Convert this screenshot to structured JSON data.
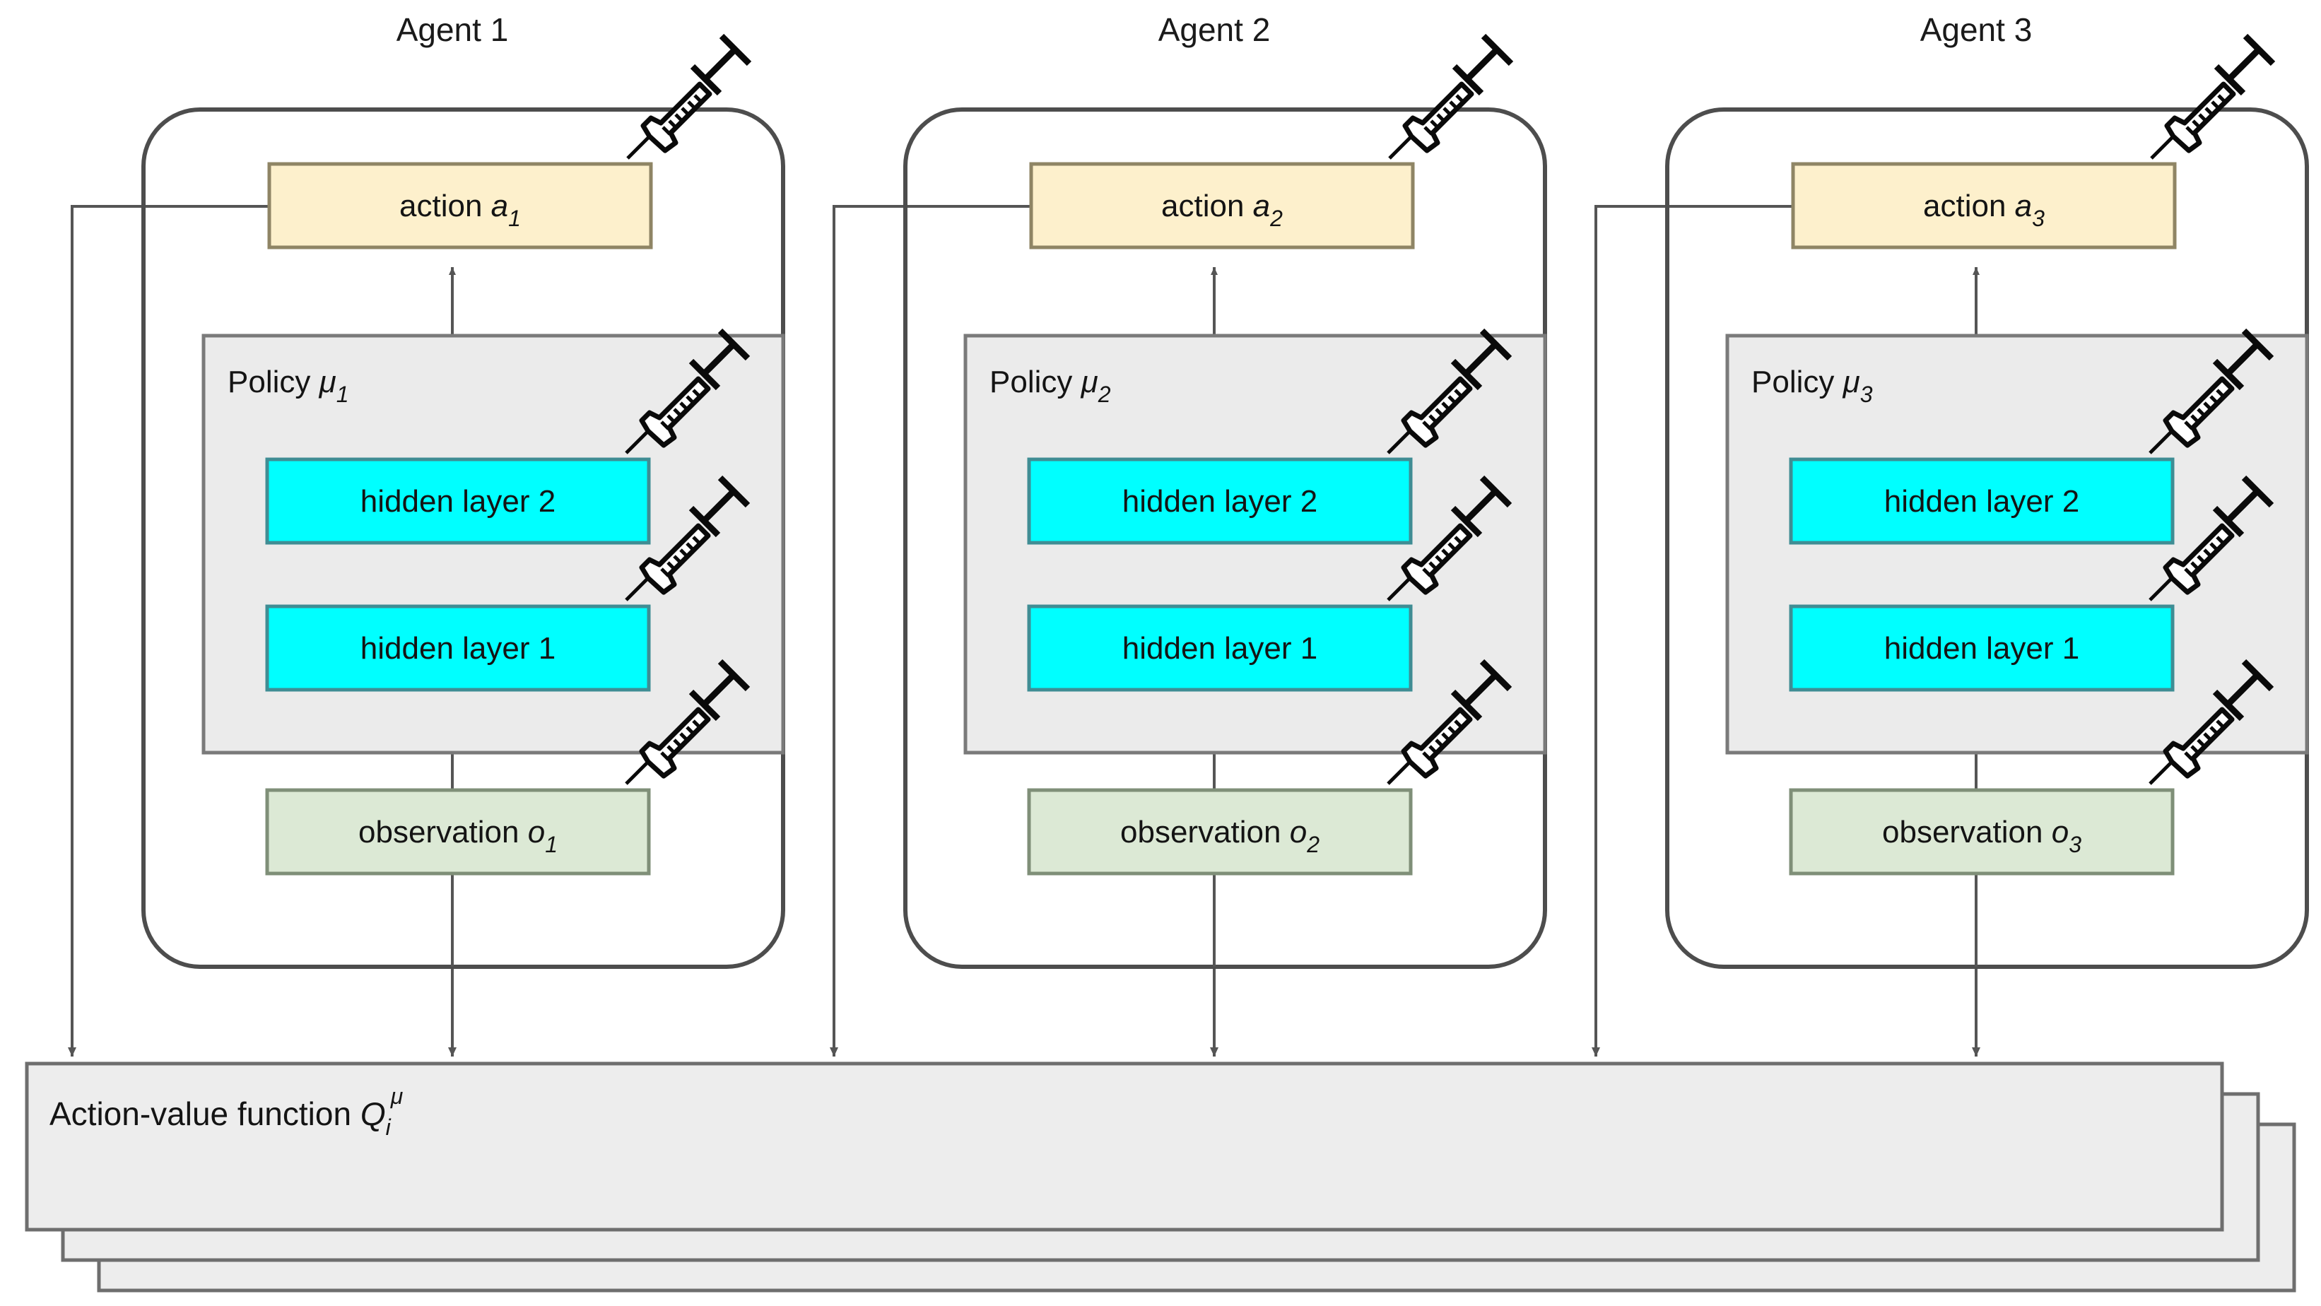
{
  "figure": {
    "kind": "multi-agent-reinforcement-learning-architecture",
    "background_color": "#ffffff"
  },
  "palette": {
    "action_fill": "#fdf0cc",
    "action_stroke": "#8f8565",
    "hidden_fill": "#00ffff",
    "hidden_stroke": "#3f8d94",
    "observation_fill": "#dce9d5",
    "observation_stroke": "#7f8f78",
    "policy_fill": "#ebebeb",
    "policy_stroke": "#7a7a7a",
    "critic_fill": "#ededed",
    "critic_stroke": "#6e6e6e",
    "agent_stroke": "#4d4d4d",
    "arrow_stroke": "#555555",
    "syringe_color": "#0a0a0a",
    "text_color": "#141414"
  },
  "agents": [
    {
      "title": "Agent 1",
      "action": {
        "label": "action ",
        "symbol": "a",
        "subscript": "1",
        "name": "action-box"
      },
      "policy": {
        "label": "Policy ",
        "symbol": "μ",
        "subscript": "1",
        "name": "policy-box"
      },
      "hidden_layers": [
        {
          "label": "hidden layer 2"
        },
        {
          "label": "hidden layer 1"
        }
      ],
      "observation": {
        "label": "observation ",
        "symbol": "o",
        "subscript": "1",
        "name": "observation-box"
      },
      "syringes": 4
    },
    {
      "title": "Agent 2",
      "action": {
        "label": "action ",
        "symbol": "a",
        "subscript": "2",
        "name": "action-box"
      },
      "policy": {
        "label": "Policy ",
        "symbol": "μ",
        "subscript": "2",
        "name": "policy-box"
      },
      "hidden_layers": [
        {
          "label": "hidden layer 2"
        },
        {
          "label": "hidden layer 1"
        }
      ],
      "observation": {
        "label": "observation ",
        "symbol": "o",
        "subscript": "2",
        "name": "observation-box"
      },
      "syringes": 4
    },
    {
      "title": "Agent 3",
      "action": {
        "label": "action ",
        "symbol": "a",
        "subscript": "3",
        "name": "action-box"
      },
      "policy": {
        "label": "Policy ",
        "symbol": "μ",
        "subscript": "3",
        "name": "policy-box"
      },
      "hidden_layers": [
        {
          "label": "hidden layer 2"
        },
        {
          "label": "hidden layer 1"
        }
      ],
      "observation": {
        "label": "observation ",
        "symbol": "o",
        "subscript": "3",
        "name": "observation-box"
      },
      "syringes": 4
    }
  ],
  "critic": {
    "label": "Action-value function ",
    "symbol": "Q",
    "subscript": "i",
    "superscript": "μ",
    "stacked_copies": 3
  },
  "icons": {
    "syringe": "syringe-icon",
    "arrow": "arrow-head"
  }
}
